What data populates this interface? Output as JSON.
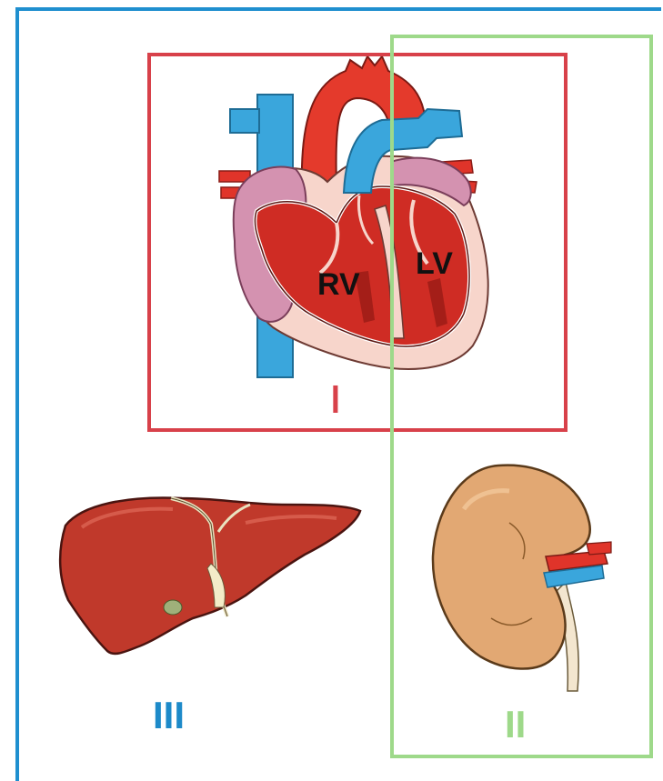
{
  "labels": {
    "heart_rv": "RV",
    "heart_lv": "LV",
    "region_I": "I",
    "region_II": "II",
    "region_III": "III"
  },
  "colors": {
    "frame": "#1f8fcf",
    "box_I": "#d8414a",
    "box_II": "#9ed98a",
    "label_III": "#1d8ac9"
  },
  "organs": [
    "heart-illustration",
    "liver-illustration",
    "kidney-illustration"
  ]
}
